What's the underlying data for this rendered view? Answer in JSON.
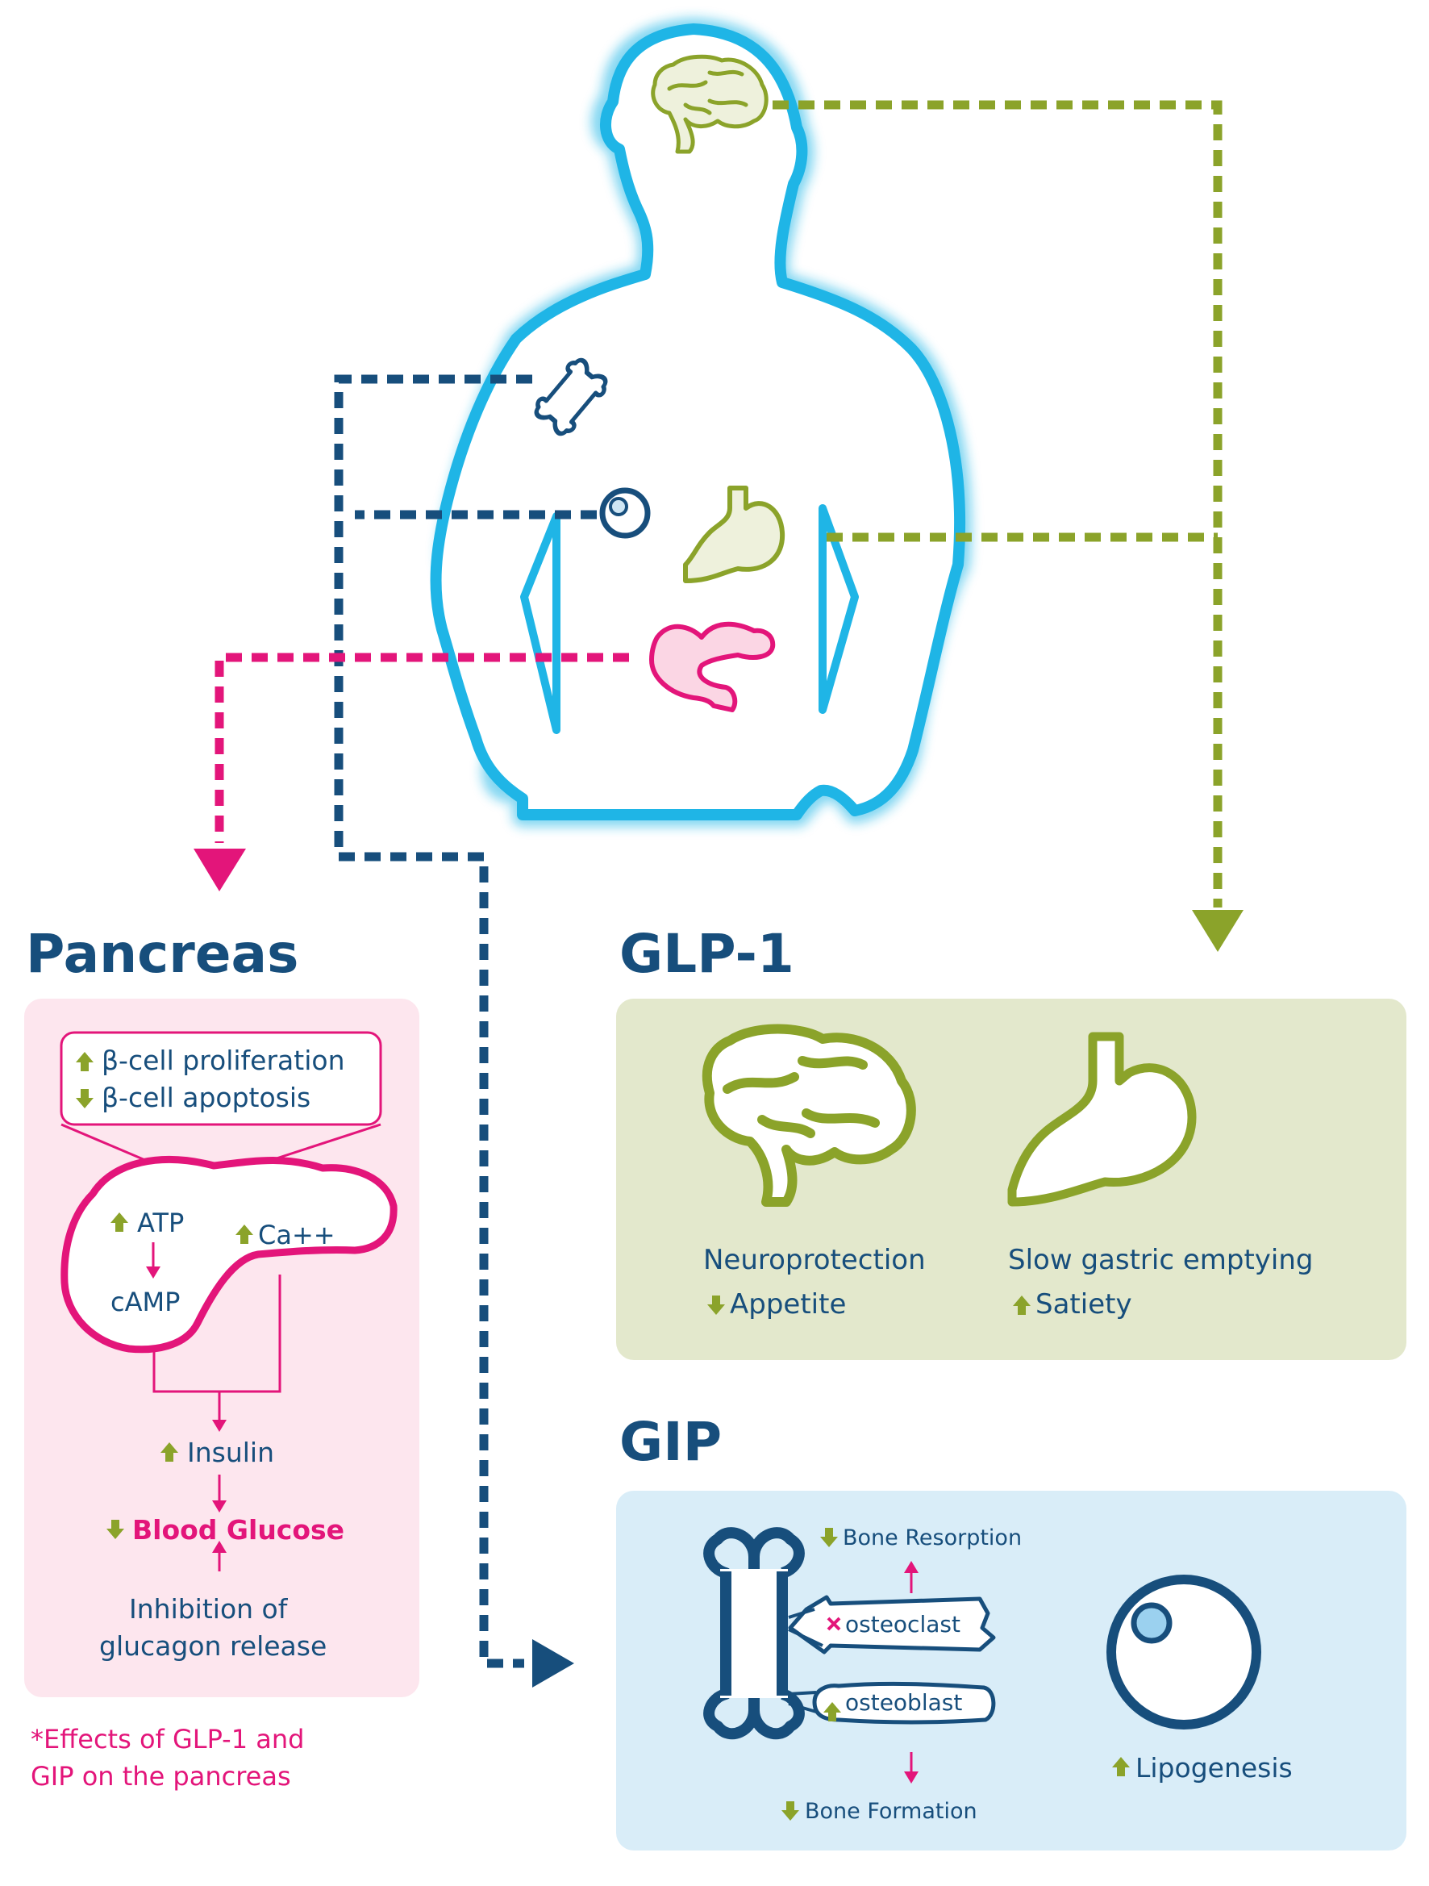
{
  "pancreas": {
    "title": "Pancreas",
    "cell_effects": [
      "β-cell proliferation",
      "β-cell apoptosis"
    ],
    "atp": "ATP",
    "camp": "cAMP",
    "calcium": "Ca++",
    "insulin": "Insulin",
    "blood_glucose": "Blood Glucose",
    "inhibition_line1": "Inhibition of",
    "inhibition_line2": "glucagon release"
  },
  "glp1": {
    "title": "GLP-1",
    "neuroprotection": "Neuroprotection",
    "appetite": "Appetite",
    "gastric": "Slow gastric emptying",
    "satiety": "Satiety"
  },
  "gip": {
    "title": "GIP",
    "bone_resorption": "Bone Resorption",
    "osteoclast": "osteoclast",
    "osteoblast": "osteoblast",
    "bone_formation": "Bone Formation",
    "lipogenesis": "Lipogenesis"
  },
  "footnote": {
    "line1": "*Effects of GLP-1 and",
    "line2": "GIP on the pancreas"
  },
  "colors": {
    "navy": "#174e7c",
    "green": "#8ba32a",
    "pink": "#e3157a",
    "cyan": "#1fb5e6",
    "pancreas_panel": "#fde6ee",
    "glp1_panel": "#e3e8cc",
    "gip_panel": "#d9edf8"
  },
  "icons": [
    "brain-icon",
    "bone-icon",
    "fat-cell-icon",
    "stomach-icon",
    "pancreas-icon",
    "up-arrow-icon",
    "down-arrow-icon"
  ]
}
